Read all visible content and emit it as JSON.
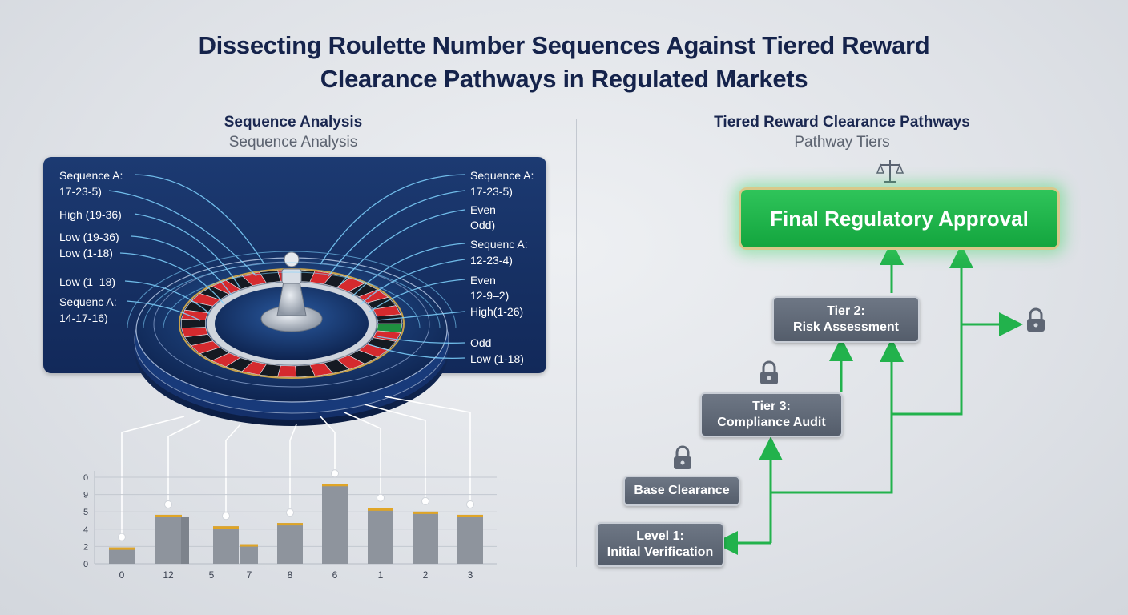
{
  "title": {
    "line1": "Dissecting Roulette Number Sequences Against Tiered Reward",
    "line2": "Clearance Pathways in Regulated Markets"
  },
  "left": {
    "heading": "Sequence Analysis",
    "subheading": "Sequence Analysis",
    "labels_left": [
      "Sequence A:",
      "17-23-5)",
      "High (19-36)",
      "Low (19-36)",
      "Low (1-18)",
      "Low (1–18)",
      "Sequenc A:",
      "14-17-16)"
    ],
    "labels_right": [
      "Sequence A:",
      "17-23-5)",
      "Even",
      "Odd)",
      "Sequenc A:",
      "12-23-4)",
      "Even",
      "12-9–2)",
      "High(1-26)",
      "Odd",
      "Low (1-18)"
    ]
  },
  "right": {
    "heading": "Tiered Reward Clearance Pathways",
    "subheading": "Pathway Tiers",
    "final": "Final Regulatory Approval",
    "tier2_line1": "Tier 2:",
    "tier2_line2": "Risk Assessment",
    "tier3_line1": "Tier 3:",
    "tier3_line2": "Compliance Audit",
    "base": "Base Clearance",
    "level1_line1": "Level 1:",
    "level1_line2": "Initial Verification"
  },
  "colors": {
    "panel": "#163063",
    "bar": "#8e949d",
    "bar_cap": "#e0a526",
    "arrow": "#22b24c",
    "final": "#1bb047"
  },
  "chart_data": {
    "type": "bar",
    "categories": [
      "0",
      "12",
      "5",
      "7",
      "8",
      "6",
      "1",
      "2",
      "3"
    ],
    "y_tick_labels": [
      "0",
      "2",
      "4",
      "5",
      "9",
      "0"
    ],
    "values": [
      1.0,
      3.0,
      2.3,
      1.2,
      2.5,
      4.9,
      3.4,
      3.2,
      3.0
    ],
    "secondary_values": {
      "12": 2.9
    },
    "grid": true
  }
}
